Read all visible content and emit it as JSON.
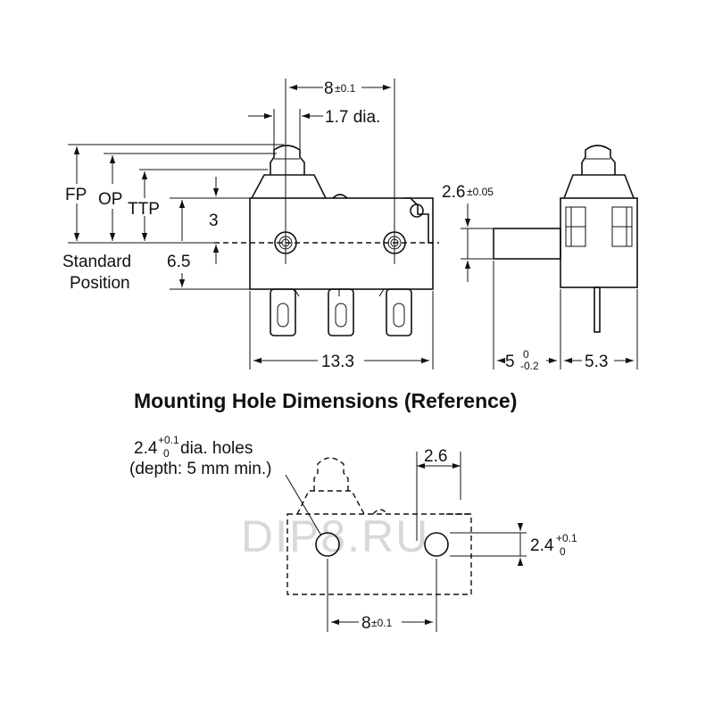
{
  "top": {
    "width_main": "8",
    "width_tol": "±0.1",
    "plunger_dia": "1.7 dia.",
    "fp": "FP",
    "op": "OP",
    "ttp": "TTP",
    "dim_3": "3",
    "dim_65": "6.5",
    "standard": "Standard",
    "position": "Position",
    "length": "13.3",
    "thickness_main": "2.6",
    "thickness_tol": "±0.05",
    "depth_main": "5",
    "depth_tol_upper": "0",
    "depth_tol_lower": "-0.2",
    "side_width": "5.3"
  },
  "section": {
    "title": "Mounting Hole Dimensions (Reference)"
  },
  "mounting": {
    "hole_main": "2.4",
    "hole_tol_upper": "+0.1",
    "hole_tol_lower": "0",
    "hole_suffix": " dia. holes",
    "depth_note": "(depth: 5 mm min.)",
    "edge_offset": "2.6",
    "height_main": "2.4",
    "height_tol_upper": "+0.1",
    "height_tol_lower": "0",
    "pitch_main": "8",
    "pitch_tol": "±0.1"
  },
  "watermark": "DIP8.RU"
}
